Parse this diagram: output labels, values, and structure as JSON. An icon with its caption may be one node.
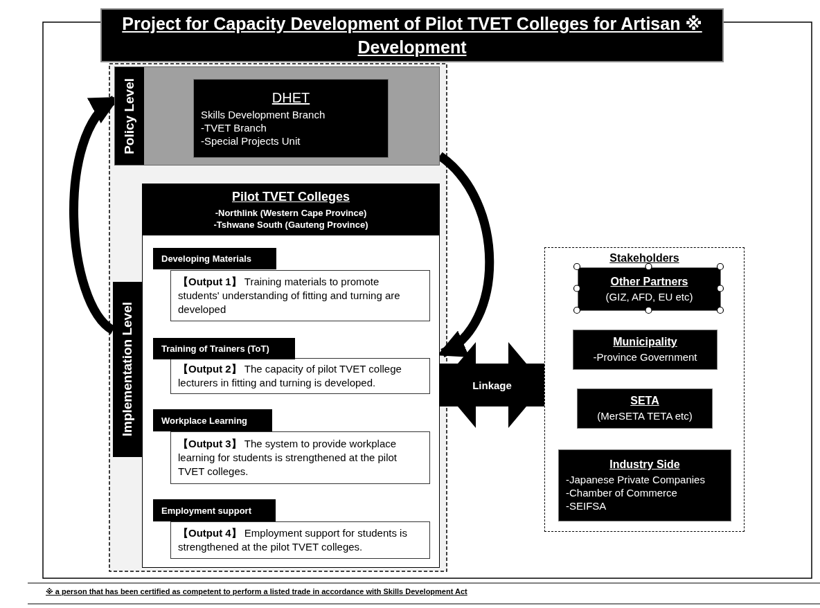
{
  "diagram": {
    "title": "Project for Capacity Development of Pilot TVET Colleges for Artisan ※ Development",
    "nodes": [
      {
        "text": [
          "Policy Level"
        ]
      },
      {
        "text": [
          "DHET",
          "Skills Development Branch",
          "-TVET Branch",
          "-Special Projects Unit"
        ],
        "in": 0
      },
      {
        "text": [
          "Implementation Level"
        ]
      },
      {
        "text": [
          "Pilot TVET Colleges",
          "-Northlink (Western Cape Province)",
          "-Tshwane South (Gauteng Province)"
        ]
      },
      {
        "text": [
          "Developing Materials"
        ],
        "in": 3
      },
      {
        "text": [
          "**【Output 1】** Training materials to promote students' understanding of fitting and turning are developed"
        ],
        "in": 3
      },
      {
        "text": [
          "Training of Trainers (ToT)"
        ],
        "in": 3
      },
      {
        "text": [
          "**【Output 2】** The capacity of pilot TVET college lecturers in fitting and turning is developed."
        ],
        "in": 3
      },
      {
        "text": [
          "Workplace Learning"
        ],
        "in": 3
      },
      {
        "text": [
          "**【Output 3】** The system to provide workplace learning for students is strengthened at the pilot TVET colleges."
        ],
        "in": 3
      },
      {
        "text": [
          "Employment support"
        ],
        "in": 3
      },
      {
        "text": [
          "**【Output 4】** Employment support for students is strengthened at the pilot TVET colleges."
        ],
        "in": 3
      },
      {
        "text": [
          "Stakeholders"
        ]
      },
      {
        "text": [
          "Other Partners",
          "(GIZ, AFD, EU etc)"
        ],
        "in": 12
      },
      {
        "text": [
          "Municipality",
          "-Province Government"
        ],
        "in": 12
      },
      {
        "text": [
          "SETA",
          "(MerSETA TETA etc)"
        ],
        "in": 12
      },
      {
        "text": [
          "Industry Side",
          "-Japanese Private Companies",
          "-Chamber of Commerce",
          "-SEIFSA"
        ],
        "in": 12
      }
    ],
    "edges": [
      {
        "from": 2,
        "to": 0,
        "arrow": "to"
      },
      {
        "from": 0,
        "to": 3,
        "arrow": "to"
      },
      {
        "from": 3,
        "to": 12,
        "arrow": "both",
        "label": "Linkage",
        "style": "thick"
      }
    ],
    "labels": [
      "※ a person that has been certified as competent to perform a listed trade in accordance with Skills Development Act"
    ]
  }
}
